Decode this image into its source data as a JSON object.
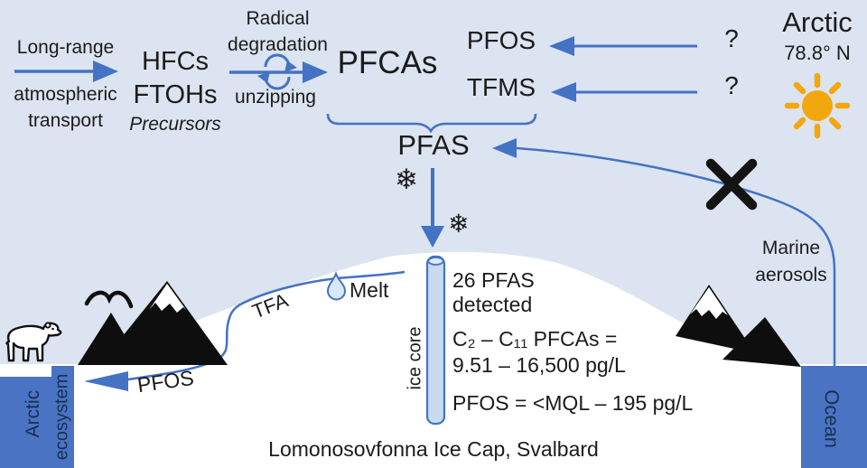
{
  "flow": {
    "transport": [
      "Long-range",
      "atmospheric",
      "transport"
    ],
    "precursors": {
      "line1": "HFCs",
      "line2": "FTOHs",
      "caption": "Precursors"
    },
    "degradation": {
      "line1": "Radical",
      "line2": "degradation",
      "caption": "unzipping"
    },
    "pfcas": "PFCAs",
    "pfos": "PFOS",
    "tfms": "TFMS",
    "pfas": "PFAS",
    "unknown_source_pfos": "?",
    "unknown_source_tfms": "?"
  },
  "location": {
    "name": "Arctic",
    "latitude": "78.8° N"
  },
  "marine": {
    "line1": "Marine",
    "line2": "aerosols"
  },
  "icecap": {
    "melt": "Melt",
    "tfa": "TFA",
    "pfos_runoff": "PFOS",
    "ice_core": "ice core",
    "results": {
      "found_1": "26 PFAS",
      "found_2": "detected",
      "pfca_range_1": "C₂ – C₁₁ PFCAs =",
      "pfca_range_2": "9.51 – 16,500 pg/L",
      "pfos_range": "PFOS = <MQL – 195 pg/L"
    },
    "caption": "Lomonosovfonna Ice Cap, Svalbard"
  },
  "sinks": {
    "ecosystem_line1": "Arctic",
    "ecosystem_line2": "ecosystem",
    "ocean": "Ocean"
  },
  "icons": {
    "snowflake": "❄",
    "sun": "sun-with-rays",
    "recycle": "circular-arrows",
    "blocked": "x-mark",
    "animal": "polar-bear"
  },
  "colors": {
    "background": "#dbe4f0",
    "accent_blue": "#4472c4",
    "box_blue": "#4a73c4",
    "sun_gold": "#f3a70e",
    "ink": "#1b1b1b",
    "ice_core_fill": "#c7daf0"
  }
}
